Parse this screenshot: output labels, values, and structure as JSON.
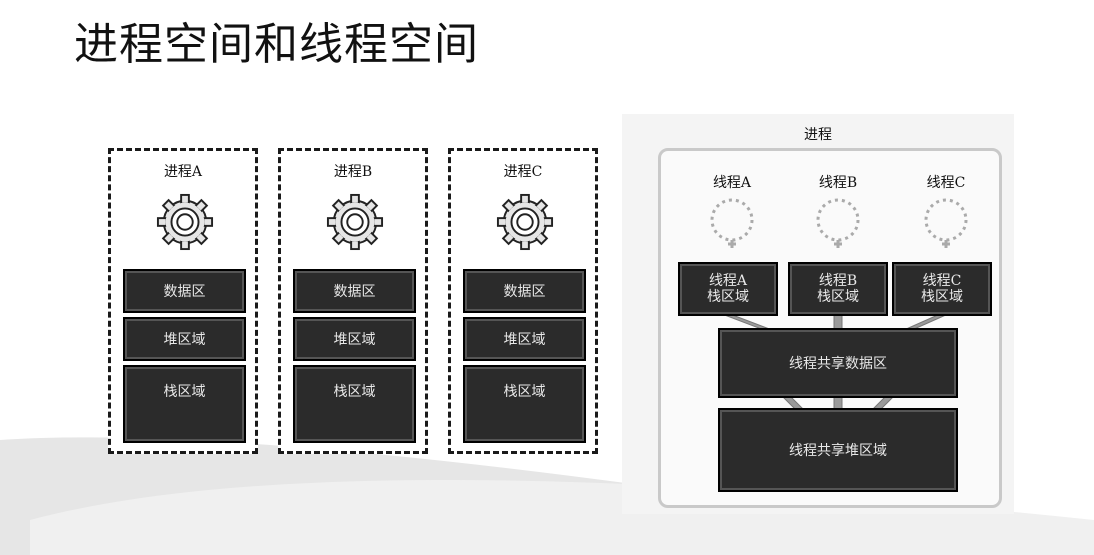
{
  "title": "进程空间和线程空间",
  "processes": [
    {
      "label": "进程A",
      "data": "数据区",
      "heap": "堆区域",
      "stack": "栈区域"
    },
    {
      "label": "进程B",
      "data": "数据区",
      "heap": "堆区域",
      "stack": "栈区域"
    },
    {
      "label": "进程C",
      "data": "数据区",
      "heap": "堆区域",
      "stack": "栈区域"
    }
  ],
  "thread_view": {
    "process_label": "进程",
    "threads": [
      {
        "label": "线程A",
        "stack_line1": "线程A",
        "stack_line2": "栈区域"
      },
      {
        "label": "线程B",
        "stack_line1": "线程B",
        "stack_line2": "栈区域"
      },
      {
        "label": "线程C",
        "stack_line1": "线程C",
        "stack_line2": "栈区域"
      }
    ],
    "shared_data": "线程共享数据区",
    "shared_heap": "线程共享堆区域"
  }
}
